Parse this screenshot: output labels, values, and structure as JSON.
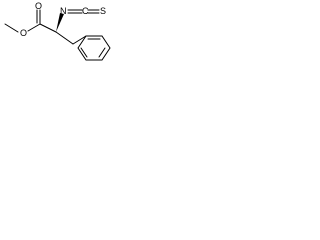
{
  "molecule": {
    "atoms": {
      "methoxy_o": "O",
      "carbonyl_o": "O",
      "nitrogen": "N",
      "isothiocyanate_c": "C",
      "sulfur": "S"
    }
  }
}
